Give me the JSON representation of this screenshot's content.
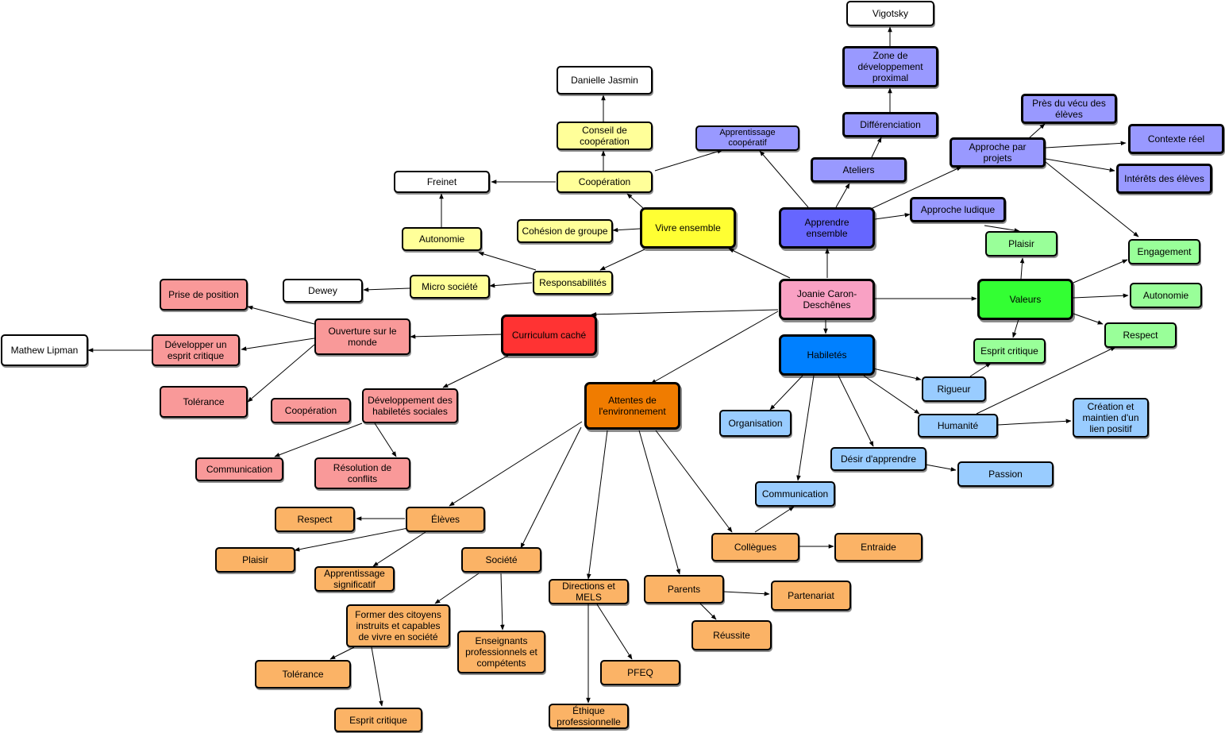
{
  "colors": {
    "pink": "#f9a1c4",
    "yellow": "#ffff33",
    "light_yellow": "#ffff99",
    "white": "#ffffff",
    "red": "#ff3333",
    "salmon": "#f99999",
    "orange": "#f07c00",
    "light_orange": "#fbb366",
    "blue_violet": "#6666ff",
    "violet": "#9999ff",
    "bright_green": "#33ff33",
    "light_green": "#99ff99",
    "blue": "#0080ff",
    "light_blue": "#99ccff"
  },
  "nodes": {
    "joanie": "Joanie Caron-Deschênes",
    "vivre_ensemble": "Vivre ensemble",
    "cooperation_top": "Coopération",
    "conseil_cooperation": "Conseil de coopération",
    "danielle_jasmin": "Danielle Jasmin",
    "freinet": "Freinet",
    "autonomie_yellow": "Autonomie",
    "cohesion_groupe": "Cohésion de groupe",
    "responsabilites": "Responsabilités",
    "micro_societe": "Micro société",
    "dewey": "Dewey",
    "curriculum_cache": "Curriculum caché",
    "ouverture_monde": "Ouverture sur le monde",
    "prise_position": "Prise de position",
    "developper_esprit": "Développer un esprit critique",
    "mathew_lipman": "Mathew Lipman",
    "tolerance_red": "Tolérance",
    "dev_habiletes_sociales": "Développement des habiletés sociales",
    "cooperation_red": "Coopération",
    "communication_red": "Communication",
    "resolution_conflits": "Résolution de conflits",
    "attentes_env": "Attentes de l'environnement",
    "eleves": "Élèves",
    "respect_orange": "Respect",
    "plaisir_orange": "Plaisir",
    "apprentissage_significatif": "Apprentissage significatif",
    "societe": "Société",
    "former_citoyens": "Former des citoyens instruits et capables de vivre en société",
    "tolerance_orange": "Tolérance",
    "esprit_critique_orange": "Esprit critique",
    "enseignants_pro": "Enseignants professionnels et compétents",
    "directions_mels": "Directions et MELS",
    "ethique_pro": "Éthique professionnelle",
    "pfeq": "PFEQ",
    "parents": "Parents",
    "partenariat": "Partenariat",
    "reussite": "Réussite",
    "collegues": "Collègues",
    "entraide": "Entraide",
    "communication_blue": "Communication",
    "apprendre_ensemble": "Apprendre ensemble",
    "apprentissage_cooperatif": "Apprentissage coopératif",
    "ateliers": "Ateliers",
    "differenciation": "Différenciation",
    "zone_dev_proximal": "Zone de développement proximal",
    "vigotsky": "Vigotsky",
    "approche_projets": "Approche par projets",
    "pres_vecu": "Près du vécu des élèves",
    "contexte_reel": "Contexte réel",
    "interets_eleves": "Intérêts des élèves",
    "approche_ludique": "Approche ludique",
    "plaisir_green": "Plaisir",
    "engagement": "Engagement",
    "valeurs": "Valeurs",
    "autonomie_green": "Autonomie",
    "respect_green": "Respect",
    "esprit_critique_green": "Esprit critique",
    "habiletes": "Habiletés",
    "organisation": "Organisation",
    "rigueur": "Rigueur",
    "humanite": "Humanité",
    "creation_lien": "Création et maintien d'un lien positif",
    "desir_apprendre": "Désir d'apprendre",
    "passion": "Passion"
  }
}
